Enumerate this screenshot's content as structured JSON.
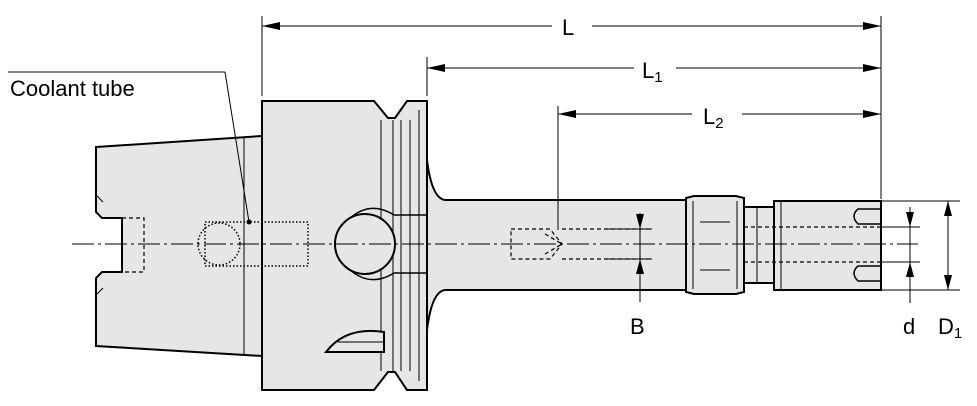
{
  "labels": {
    "coolant": "Coolant tube",
    "L": "L",
    "L1_main": "L",
    "L1_sub": "1",
    "L2_main": "L",
    "L2_sub": "2",
    "B": "B",
    "d": "d",
    "D1_main": "D",
    "D1_sub": "1"
  }
}
